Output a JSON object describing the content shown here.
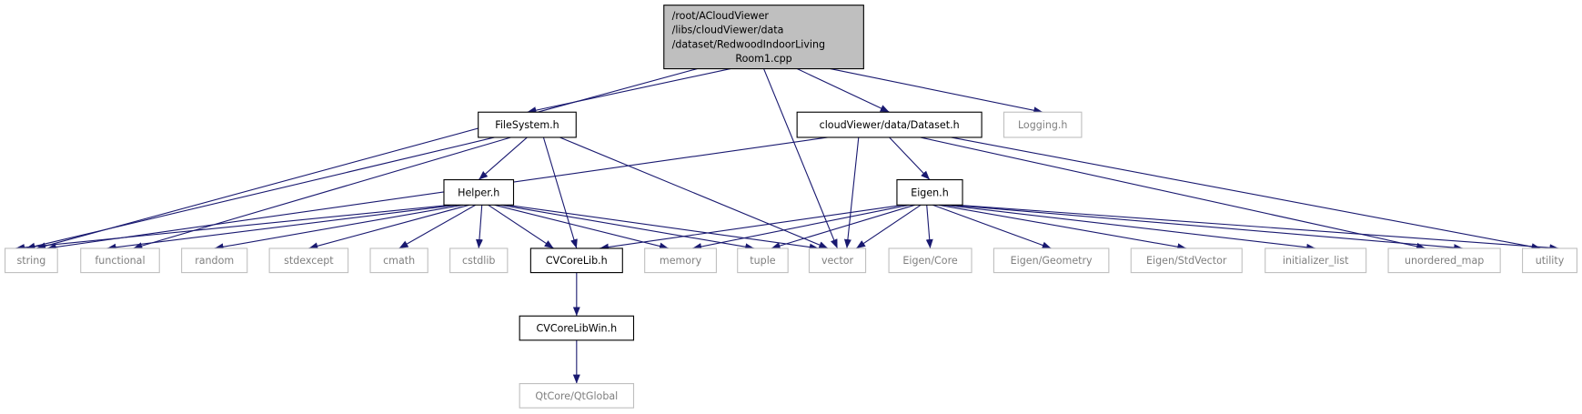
{
  "colors": {
    "edge": "#191970",
    "main_fill": "#bfbfbf",
    "documented_border": "#000000",
    "undocumented_border": "#bfbfbf",
    "undocumented_text": "#7f7f7f"
  },
  "nodes": {
    "main": {
      "lines": [
        "/root/ACloudViewer",
        "/libs/cloudViewer/data",
        "/dataset/RedwoodIndoorLiving",
        "Room1.cpp"
      ],
      "kind": "main"
    },
    "filesystem": {
      "lines": [
        "FileSystem.h"
      ],
      "kind": "documented"
    },
    "dataset": {
      "lines": [
        "cloudViewer/data/Dataset.h"
      ],
      "kind": "documented"
    },
    "logging": {
      "lines": [
        "Logging.h"
      ],
      "kind": "external"
    },
    "helper": {
      "lines": [
        "Helper.h"
      ],
      "kind": "documented"
    },
    "eigen": {
      "lines": [
        "Eigen.h"
      ],
      "kind": "documented"
    },
    "string": {
      "lines": [
        "string"
      ],
      "kind": "external"
    },
    "functional": {
      "lines": [
        "functional"
      ],
      "kind": "external"
    },
    "random": {
      "lines": [
        "random"
      ],
      "kind": "external"
    },
    "stdexcept": {
      "lines": [
        "stdexcept"
      ],
      "kind": "external"
    },
    "cmath": {
      "lines": [
        "cmath"
      ],
      "kind": "external"
    },
    "cstdlib": {
      "lines": [
        "cstdlib"
      ],
      "kind": "external"
    },
    "cvcorelib": {
      "lines": [
        "CVCoreLib.h"
      ],
      "kind": "documented"
    },
    "memory": {
      "lines": [
        "memory"
      ],
      "kind": "external"
    },
    "tuple": {
      "lines": [
        "tuple"
      ],
      "kind": "external"
    },
    "vector": {
      "lines": [
        "vector"
      ],
      "kind": "external"
    },
    "eigen_core": {
      "lines": [
        "Eigen/Core"
      ],
      "kind": "external"
    },
    "eigen_geometry": {
      "lines": [
        "Eigen/Geometry"
      ],
      "kind": "external"
    },
    "eigen_stdvector": {
      "lines": [
        "Eigen/StdVector"
      ],
      "kind": "external"
    },
    "initializer_list": {
      "lines": [
        "initializer_list"
      ],
      "kind": "external"
    },
    "unordered_map": {
      "lines": [
        "unordered_map"
      ],
      "kind": "external"
    },
    "utility": {
      "lines": [
        "utility"
      ],
      "kind": "external"
    },
    "cvcorelibwin": {
      "lines": [
        "CVCoreLibWin.h"
      ],
      "kind": "documented"
    },
    "qtglobal": {
      "lines": [
        "QtCore/QtGlobal"
      ],
      "kind": "external"
    }
  },
  "edges": [
    [
      "main",
      "string"
    ],
    [
      "main",
      "filesystem"
    ],
    [
      "main",
      "vector"
    ],
    [
      "main",
      "dataset"
    ],
    [
      "main",
      "logging"
    ],
    [
      "filesystem",
      "string"
    ],
    [
      "filesystem",
      "functional"
    ],
    [
      "filesystem",
      "helper"
    ],
    [
      "filesystem",
      "cvcorelib"
    ],
    [
      "filesystem",
      "vector"
    ],
    [
      "dataset",
      "string"
    ],
    [
      "dataset",
      "vector"
    ],
    [
      "dataset",
      "eigen"
    ],
    [
      "dataset",
      "unordered_map"
    ],
    [
      "dataset",
      "utility"
    ],
    [
      "helper",
      "string"
    ],
    [
      "helper",
      "functional"
    ],
    [
      "helper",
      "random"
    ],
    [
      "helper",
      "stdexcept"
    ],
    [
      "helper",
      "cmath"
    ],
    [
      "helper",
      "cstdlib"
    ],
    [
      "helper",
      "cvcorelib"
    ],
    [
      "helper",
      "memory"
    ],
    [
      "helper",
      "tuple"
    ],
    [
      "helper",
      "vector"
    ],
    [
      "eigen",
      "cvcorelib"
    ],
    [
      "eigen",
      "memory"
    ],
    [
      "eigen",
      "tuple"
    ],
    [
      "eigen",
      "vector"
    ],
    [
      "eigen",
      "eigen_core"
    ],
    [
      "eigen",
      "eigen_geometry"
    ],
    [
      "eigen",
      "eigen_stdvector"
    ],
    [
      "eigen",
      "initializer_list"
    ],
    [
      "eigen",
      "unordered_map"
    ],
    [
      "eigen",
      "utility"
    ],
    [
      "cvcorelib",
      "cvcorelibwin"
    ],
    [
      "cvcorelibwin",
      "qtglobal"
    ]
  ]
}
